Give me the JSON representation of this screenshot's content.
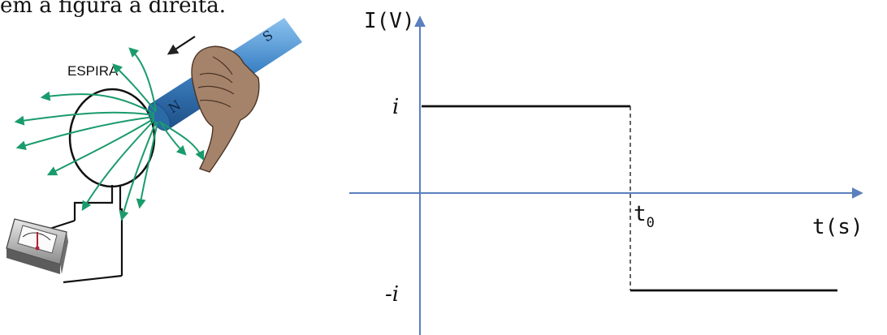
{
  "header": {
    "text": "em a figura à direita."
  },
  "left_figure": {
    "loop_label": "ESPIRA",
    "magnet_north": "N",
    "magnet_south": "S"
  },
  "graph": {
    "y_axis_label": "I(V)",
    "x_axis_label": "t(s)",
    "level_pos_label": "i",
    "level_neg_label": "-i",
    "time_mark_label": "t",
    "time_mark_subscript": "0",
    "chart_data": {
      "type": "line",
      "series": [
        {
          "x": [
            "0",
            "t0",
            "t0",
            "end"
          ],
          "values": [
            "i",
            "i",
            "-i",
            "-i"
          ]
        }
      ],
      "grid": false
    }
  },
  "colors": {
    "field_line": "#1a9b6c",
    "axis": "#5b7fbf",
    "magnet": "#3f84c7",
    "signal": "#111111"
  }
}
